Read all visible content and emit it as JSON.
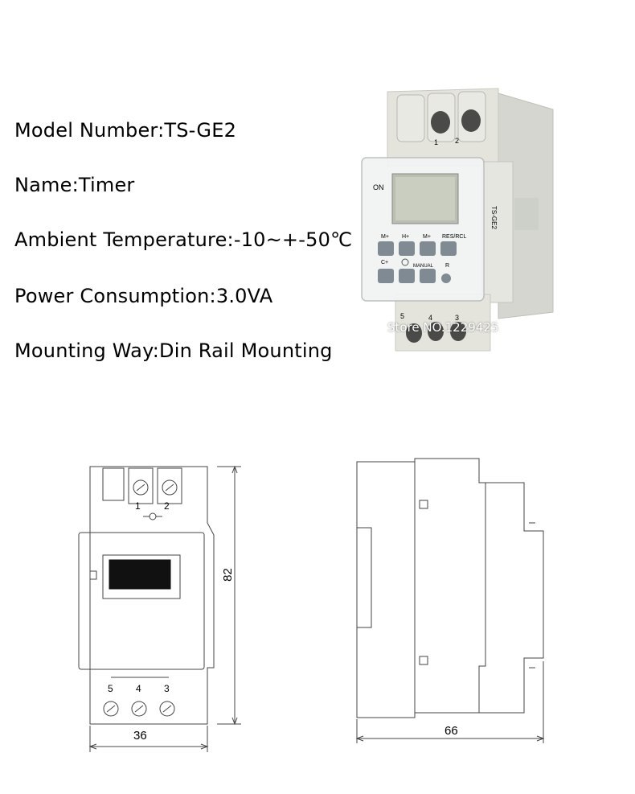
{
  "specs": [
    {
      "label": "Model Number:",
      "value": "TS-GE2"
    },
    {
      "label": "Name:",
      "value": "Timer"
    },
    {
      "label": "Ambient Temperature:",
      "value": "-10~+-50℃"
    },
    {
      "label": "Power Consumption:",
      "value": "3.0VA"
    },
    {
      "label": "Mounting Way:",
      "value": "Din Rail Mounting"
    }
  ],
  "photo": {
    "watermark": "Store NO.1229425",
    "on_label": "ON",
    "model_label": "TS-GE2",
    "terminal_top": [
      "1",
      "2"
    ],
    "terminal_bottom": [
      "5",
      "4",
      "3"
    ],
    "buttons_row1": [
      "M+",
      "H+",
      "M+",
      "RES/RCL"
    ],
    "buttons_row2": [
      "C+",
      "MANUAL",
      "R"
    ],
    "colors": {
      "housing": "#e4e4dd",
      "cover": "#f2f4f4",
      "lcd": "#b9beb0",
      "button": "#7f8a93"
    }
  },
  "drawings": {
    "front_terminals_top": [
      "1",
      "2"
    ],
    "front_terminals_bottom": [
      "5",
      "4",
      "3"
    ],
    "dim_height": "82",
    "dim_width": "36",
    "dim_depth": "66"
  }
}
